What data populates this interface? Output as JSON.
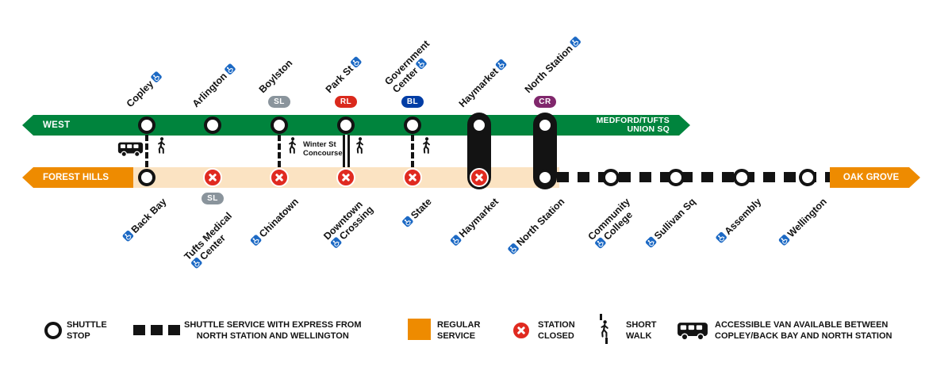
{
  "colors": {
    "green": "#00843D",
    "orange": "#EE8B00",
    "peach": "#FBE3C2",
    "red": "#E02A20",
    "accessible": "#1C69C4"
  },
  "green_line": {
    "west_label": "WEST",
    "east_label_line1": "MEDFORD/TUFTS",
    "east_label_line2": "UNION SQ",
    "stations": [
      {
        "name_lines": [
          "Copley"
        ],
        "accessible": true
      },
      {
        "name_lines": [
          "Arlington"
        ],
        "accessible": true
      },
      {
        "name_lines": [
          "Boylston"
        ],
        "accessible": false,
        "badge": "SL",
        "badge_color": "#8A949C"
      },
      {
        "name_lines": [
          "Park St"
        ],
        "accessible": true,
        "badge": "RL",
        "badge_color": "#DA291C"
      },
      {
        "name_lines": [
          "Government",
          "Center"
        ],
        "accessible": true,
        "badge": "BL",
        "badge_color": "#003DA5"
      },
      {
        "name_lines": [
          "Haymarket"
        ],
        "accessible": true
      },
      {
        "name_lines": [
          "North Station"
        ],
        "accessible": true,
        "badge": "CR",
        "badge_color": "#80276C"
      }
    ]
  },
  "orange_line": {
    "west_label": "FOREST HILLS",
    "east_label": "OAK GROVE",
    "stations": [
      {
        "name_lines": [
          "Back Bay"
        ],
        "accessible": true,
        "status": "shuttle-stop"
      },
      {
        "name_lines": [
          "Tufts Medical",
          "Center"
        ],
        "accessible": true,
        "status": "closed",
        "badge": "SL",
        "badge_color": "#8A949C"
      },
      {
        "name_lines": [
          "Chinatown"
        ],
        "accessible": true,
        "status": "closed"
      },
      {
        "name_lines": [
          "Downtown",
          "Crossing"
        ],
        "accessible": true,
        "status": "closed"
      },
      {
        "name_lines": [
          "State"
        ],
        "accessible": true,
        "status": "closed"
      },
      {
        "name_lines": [
          "Haymarket"
        ],
        "accessible": true,
        "status": "closed"
      },
      {
        "name_lines": [
          "North Station"
        ],
        "accessible": true,
        "status": "shuttle-stop"
      },
      {
        "name_lines": [
          "Community",
          "College"
        ],
        "accessible": true,
        "status": "shuttle-stop"
      },
      {
        "name_lines": [
          "Sullivan Sq"
        ],
        "accessible": true,
        "status": "shuttle-stop"
      },
      {
        "name_lines": [
          "Assembly"
        ],
        "accessible": true,
        "status": "shuttle-stop"
      },
      {
        "name_lines": [
          "Wellington"
        ],
        "accessible": true,
        "status": "shuttle-stop"
      }
    ]
  },
  "connectors": {
    "winter_st_line1": "Winter St",
    "winter_st_line2": "Concourse"
  },
  "legend": {
    "items": [
      {
        "symbol": "shuttle-stop",
        "label_lines": [
          "SHUTTLE",
          "STOP"
        ]
      },
      {
        "symbol": "shuttle-dashes",
        "label_lines": [
          "SHUTTLE SERVICE WITH EXPRESS FROM",
          "NORTH STATION AND WELLINGTON"
        ]
      },
      {
        "symbol": "regular-service",
        "label_lines": [
          "REGULAR",
          "SERVICE"
        ]
      },
      {
        "symbol": "station-closed",
        "label_lines": [
          "STATION",
          "CLOSED"
        ]
      },
      {
        "symbol": "short-walk",
        "label_lines": [
          "SHORT",
          "WALK"
        ]
      },
      {
        "symbol": "accessible-van",
        "label_lines": [
          "ACCESSIBLE VAN AVAILABLE BETWEEN",
          "COPLEY/BACK BAY AND NORTH STATION"
        ]
      }
    ]
  }
}
